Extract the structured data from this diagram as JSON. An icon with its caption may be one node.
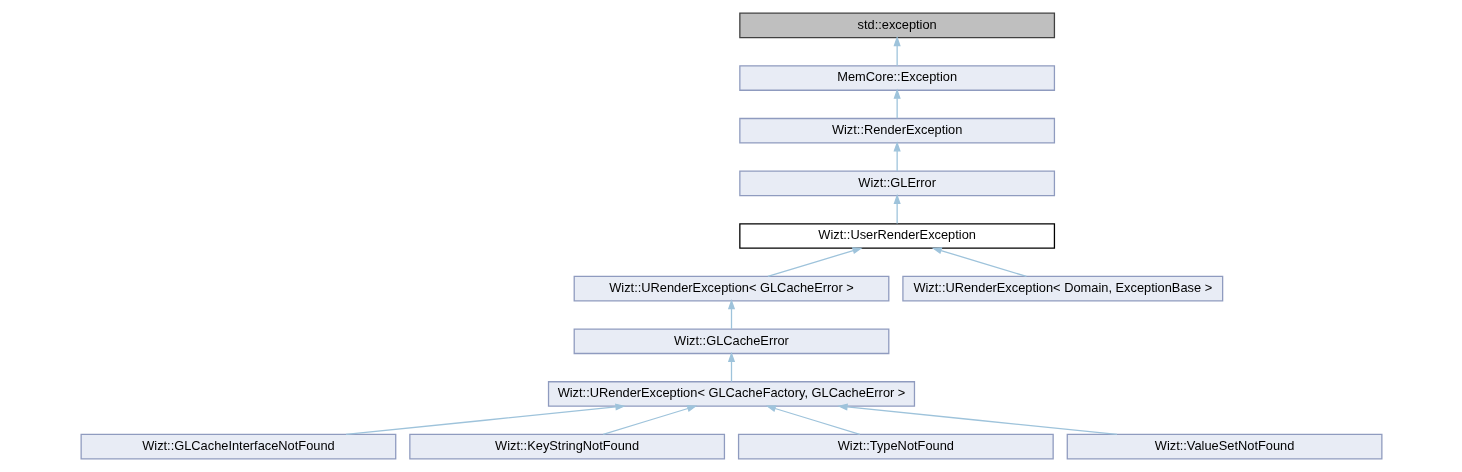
{
  "diagram": {
    "nodes": [
      {
        "text": [
          "std::exception"
        ]
      },
      {
        "text": [
          "MemCore::Exception"
        ]
      },
      {
        "text": [
          "Wizt::RenderException"
        ]
      },
      {
        "text": [
          "Wizt::GLError"
        ]
      },
      {
        "text": [
          "Wizt::UserRenderException"
        ]
      },
      {
        "text": [
          "Wizt::URenderException< GLCacheError >"
        ]
      },
      {
        "text": [
          "Wizt::URenderException< Domain, ExceptionBase >"
        ]
      },
      {
        "text": [
          "Wizt::GLCacheError"
        ]
      },
      {
        "text": [
          "Wizt::URenderException< GLCacheFactory, GLCacheError >"
        ]
      },
      {
        "text": [
          "Wizt::GLCacheInterfaceNotFound"
        ]
      },
      {
        "text": [
          "Wizt::KeyStringNotFound"
        ]
      },
      {
        "text": [
          "Wizt::TypeNotFound"
        ]
      },
      {
        "text": [
          "Wizt::ValueSetNotFound"
        ]
      }
    ],
    "edges": [
      {
        "from": 1,
        "to": 0,
        "arrow": "to"
      },
      {
        "from": 2,
        "to": 1,
        "arrow": "to"
      },
      {
        "from": 3,
        "to": 2,
        "arrow": "to"
      },
      {
        "from": 4,
        "to": 3,
        "arrow": "to"
      },
      {
        "from": 5,
        "to": 4,
        "arrow": "to"
      },
      {
        "from": 6,
        "to": 4,
        "arrow": "to"
      },
      {
        "from": 7,
        "to": 5,
        "arrow": "to"
      },
      {
        "from": 8,
        "to": 7,
        "arrow": "to"
      },
      {
        "from": 9,
        "to": 8,
        "arrow": "to"
      },
      {
        "from": 10,
        "to": 8,
        "arrow": "to"
      },
      {
        "from": 11,
        "to": 8,
        "arrow": "to"
      },
      {
        "from": 12,
        "to": 8,
        "arrow": "to"
      }
    ]
  }
}
